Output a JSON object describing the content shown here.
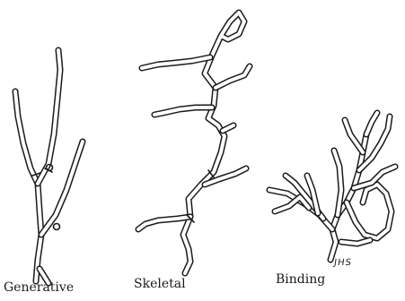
{
  "figure": {
    "labels": {
      "generative": "Generative",
      "skeletal": "Skeletal",
      "binding": "Binding"
    },
    "signature": "JHS"
  }
}
